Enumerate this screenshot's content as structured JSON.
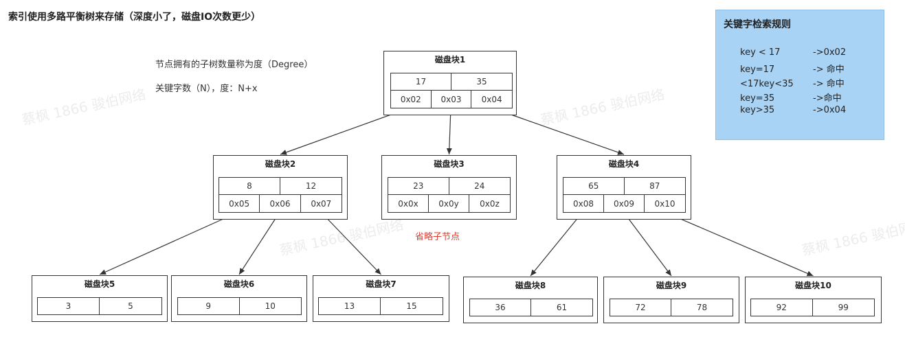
{
  "title": "索引使用多路平衡树来存储（深度小了，磁盘IO次数更少）",
  "notes": {
    "degree_def": "节点拥有的子树数量称为度（Degree）",
    "keys_degree": "关键字数（N），度：N+x"
  },
  "omitted_label": "省略子节点",
  "watermark": "蔡枫 1866 骏伯网络",
  "rules": {
    "title": "关键字检索规则",
    "items": [
      {
        "cond": "key < 17",
        "result": "->0x02"
      },
      {
        "cond": "key=17",
        "result": "-> 命中"
      },
      {
        "cond": "<17key<35",
        "result": "-> 命中"
      },
      {
        "cond": "key=35",
        "result": "->命中"
      },
      {
        "cond": "key>35",
        "result": "->0x04"
      }
    ]
  },
  "nodes": [
    {
      "id": "b1",
      "title": "磁盘块1",
      "keys": [
        "17",
        "35"
      ],
      "pointers": [
        "0x02",
        "0x03",
        "0x04"
      ]
    },
    {
      "id": "b2",
      "title": "磁盘块2",
      "keys": [
        "8",
        "12"
      ],
      "pointers": [
        "0x05",
        "0x06",
        "0x07"
      ]
    },
    {
      "id": "b3",
      "title": "磁盘块3",
      "keys": [
        "23",
        "24"
      ],
      "pointers": [
        "0x0x",
        "0x0y",
        "0x0z"
      ]
    },
    {
      "id": "b4",
      "title": "磁盘块4",
      "keys": [
        "65",
        "87"
      ],
      "pointers": [
        "0x08",
        "0x09",
        "0x10"
      ]
    },
    {
      "id": "b5",
      "title": "磁盘块5",
      "keys": [
        "3",
        "5"
      ],
      "pointers": []
    },
    {
      "id": "b6",
      "title": "磁盘块6",
      "keys": [
        "9",
        "10"
      ],
      "pointers": []
    },
    {
      "id": "b7",
      "title": "磁盘块7",
      "keys": [
        "13",
        "15"
      ],
      "pointers": []
    },
    {
      "id": "b8",
      "title": "磁盘块8",
      "keys": [
        "36",
        "61"
      ],
      "pointers": []
    },
    {
      "id": "b9",
      "title": "磁盘块9",
      "keys": [
        "72",
        "78"
      ],
      "pointers": []
    },
    {
      "id": "b10",
      "title": "磁盘块10",
      "keys": [
        "92",
        "99"
      ],
      "pointers": []
    }
  ],
  "edges": [
    {
      "from": "b1",
      "ptr": 0,
      "to": "b2"
    },
    {
      "from": "b1",
      "ptr": 1,
      "to": "b3"
    },
    {
      "from": "b1",
      "ptr": 2,
      "to": "b4"
    },
    {
      "from": "b2",
      "ptr": 0,
      "to": "b5"
    },
    {
      "from": "b2",
      "ptr": 1,
      "to": "b6"
    },
    {
      "from": "b2",
      "ptr": 2,
      "to": "b7"
    },
    {
      "from": "b4",
      "ptr": 0,
      "to": "b8"
    },
    {
      "from": "b4",
      "ptr": 1,
      "to": "b9"
    },
    {
      "from": "b4",
      "ptr": 2,
      "to": "b10"
    }
  ]
}
